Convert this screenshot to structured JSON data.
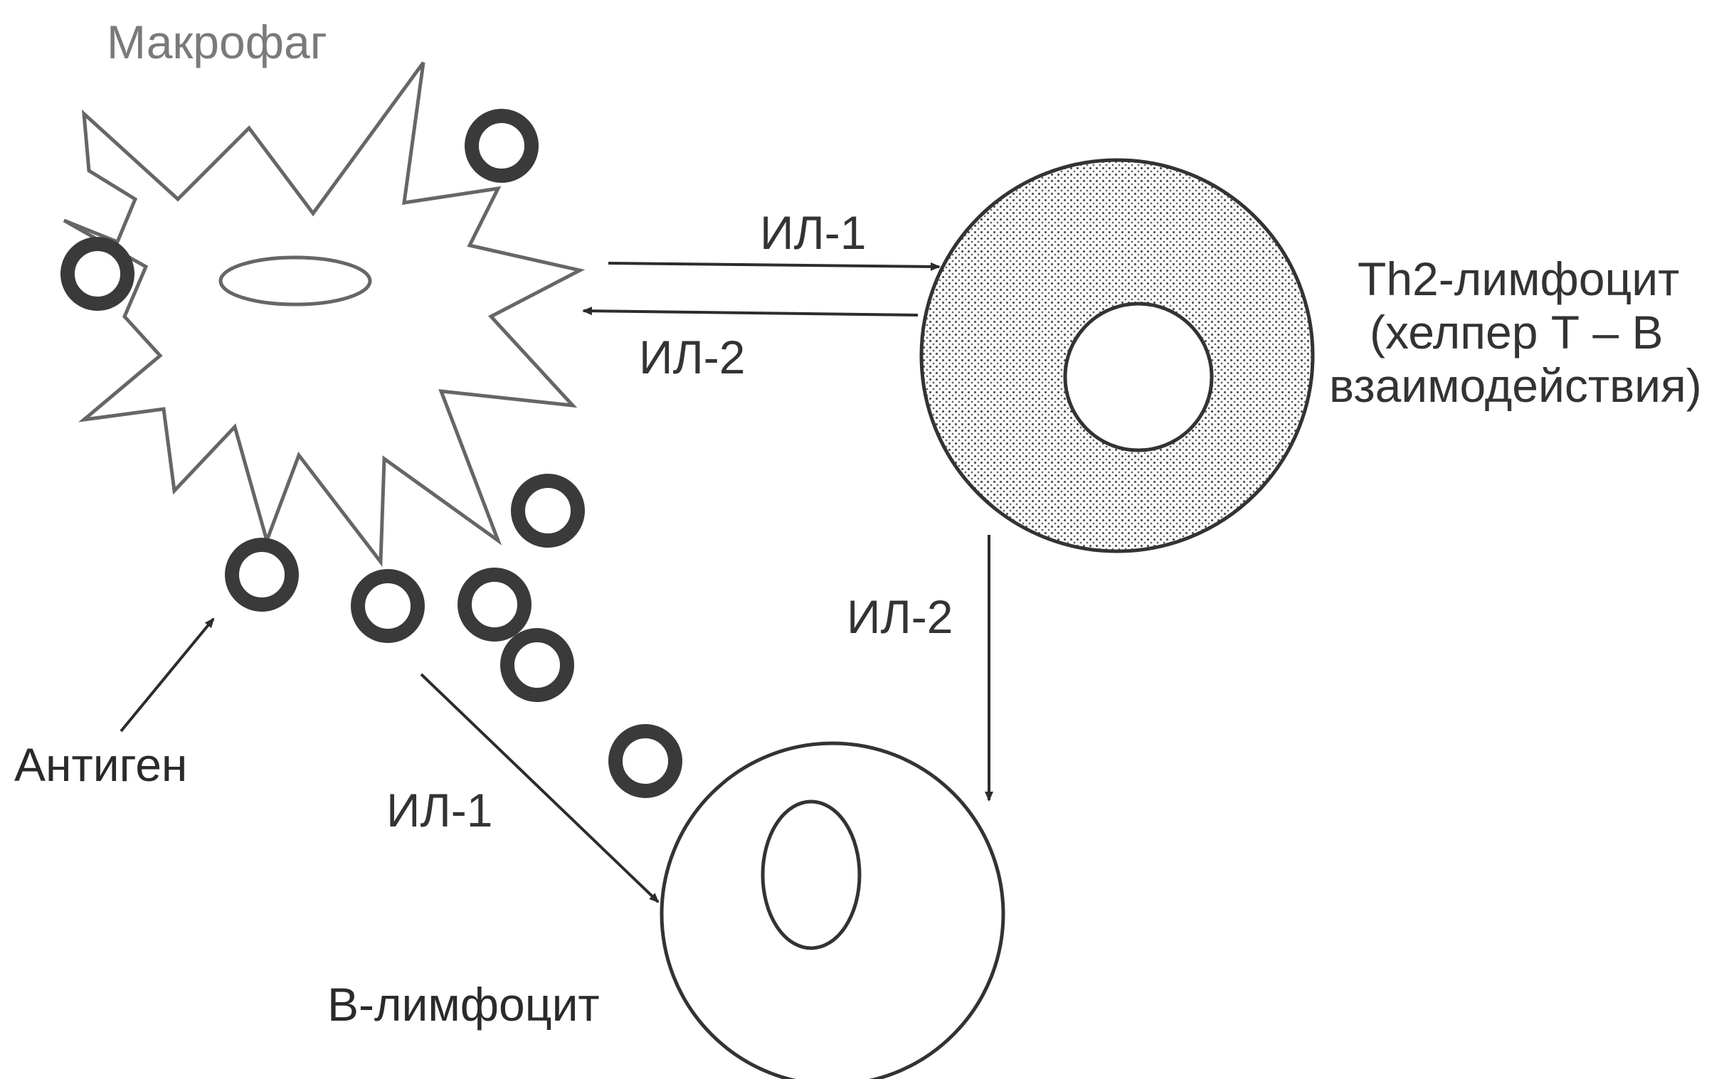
{
  "labels": {
    "macrophage": "Макрофаг",
    "th2_line1": "Th2-лимфоцит",
    "th2_line2": "(хелпер Т – В",
    "th2_line3": "взаимодействия)",
    "b_lymphocyte": "В-лимфоцит",
    "antigen": "Антиген",
    "il1_top": "ИЛ-1",
    "il2_back": "ИЛ-2",
    "il2_down": "ИЛ-2",
    "il1_bottom": "ИЛ-1"
  },
  "colors": {
    "outline_gray": "#666666",
    "antigen_ring": "#3a3a3a",
    "arrow": "#2c2c2c",
    "stipple": "#555555"
  }
}
